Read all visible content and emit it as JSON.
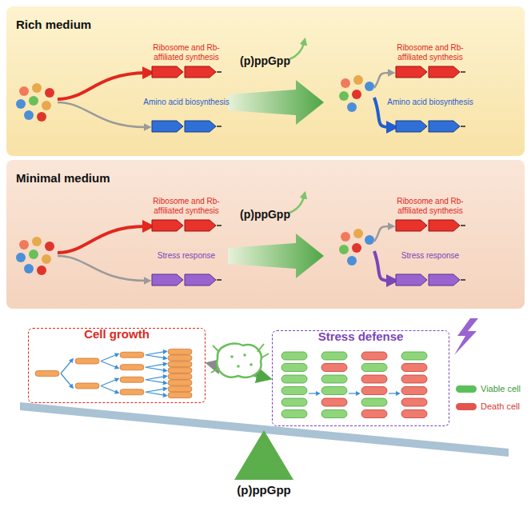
{
  "diagram": {
    "nodes": [
      {
        "text": [
          "Rich medium"
        ]
      },
      {
        "text": [
          "Ribosome and Rb-affiliated synthesis"
        ],
        "in": 0
      },
      {
        "text": [
          "Amino acid biosynthesis"
        ],
        "in": 0
      },
      {
        "text": [
          "Ribosome and Rb-affiliated synthesis"
        ],
        "in": 0
      },
      {
        "text": [
          "Amino acid biosynthesis"
        ],
        "in": 0
      },
      {
        "text": [
          "Minimal medium"
        ]
      },
      {
        "text": [
          "Ribosome and Rb-affiliated synthesis"
        ],
        "in": 5
      },
      {
        "text": [
          "Stress response"
        ],
        "in": 5
      },
      {
        "text": [
          "Ribosome and Rb-affiliated synthesis"
        ],
        "in": 5
      },
      {
        "text": [
          "Stress response"
        ],
        "in": 5
      },
      {
        "text": [
          "Cell growth"
        ]
      },
      {
        "text": [
          "Stress defense"
        ]
      },
      {
        "text": [
          "(p)ppGpp"
        ]
      }
    ],
    "edges": [
      {
        "from": 10,
        "to": 11,
        "arrow": "both"
      }
    ],
    "labels": [
      "(p)ppGpp",
      "(p)ppGpp"
    ],
    "legend": [
      {
        "text": "Viable cell",
        "color": "#5cc05a"
      },
      {
        "text": "Death cell",
        "color": "#e2554f"
      }
    ]
  }
}
